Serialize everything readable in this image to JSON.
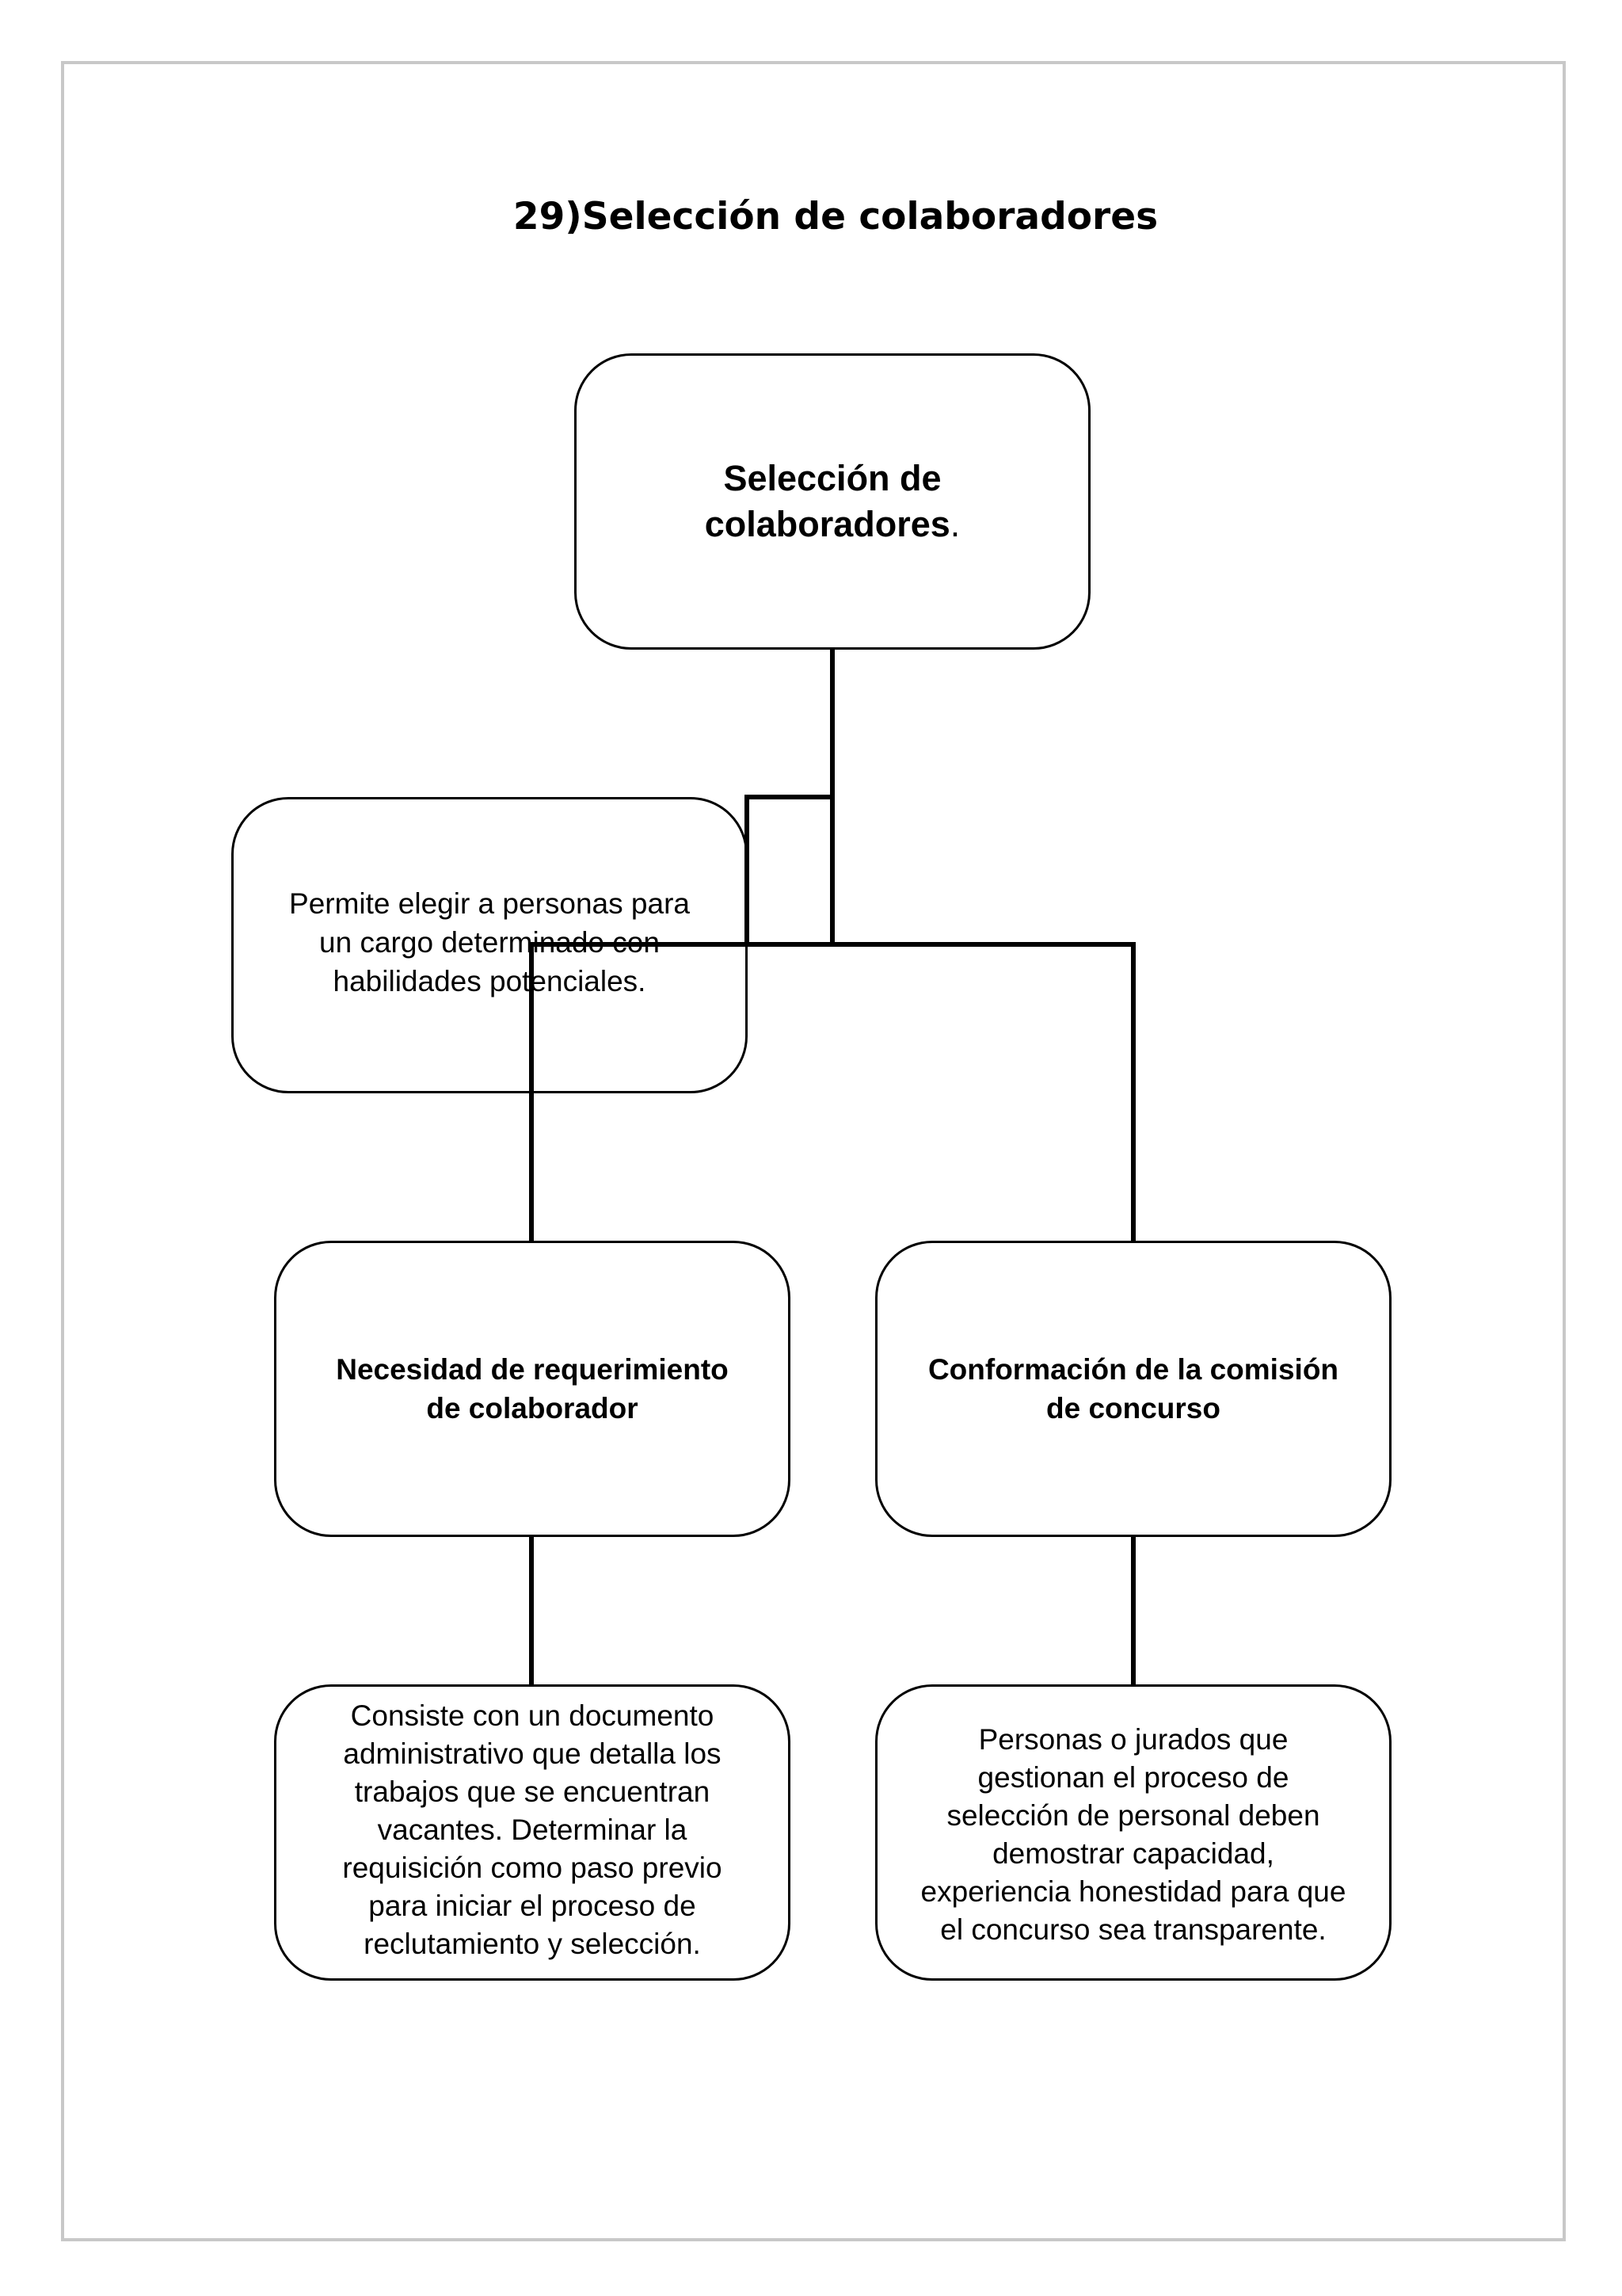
{
  "title": "29)Selección de colaboradores",
  "root": {
    "label": "Selección de\ncolaboradores",
    "suffix": "."
  },
  "definition": {
    "text": "Permite elegir a personas para\nun cargo determinado con\nhabilidades potenciales."
  },
  "branches": [
    {
      "label": "Necesidad de requerimiento\nde colaborador",
      "detail": "Consiste con un documento\nadministrativo que detalla los\ntrabajos que se encuentran\nvacantes. Determinar la\nrequisición como paso previo\npara iniciar el proceso de\nreclutamiento y selección."
    },
    {
      "label": "Conformación de la comisión\nde concurso",
      "detail": "Personas o jurados que\ngestionan el proceso de\nselección de personal deben\ndemostrar capacidad,\nexperiencia honestidad para que\nel concurso sea transparente."
    }
  ]
}
